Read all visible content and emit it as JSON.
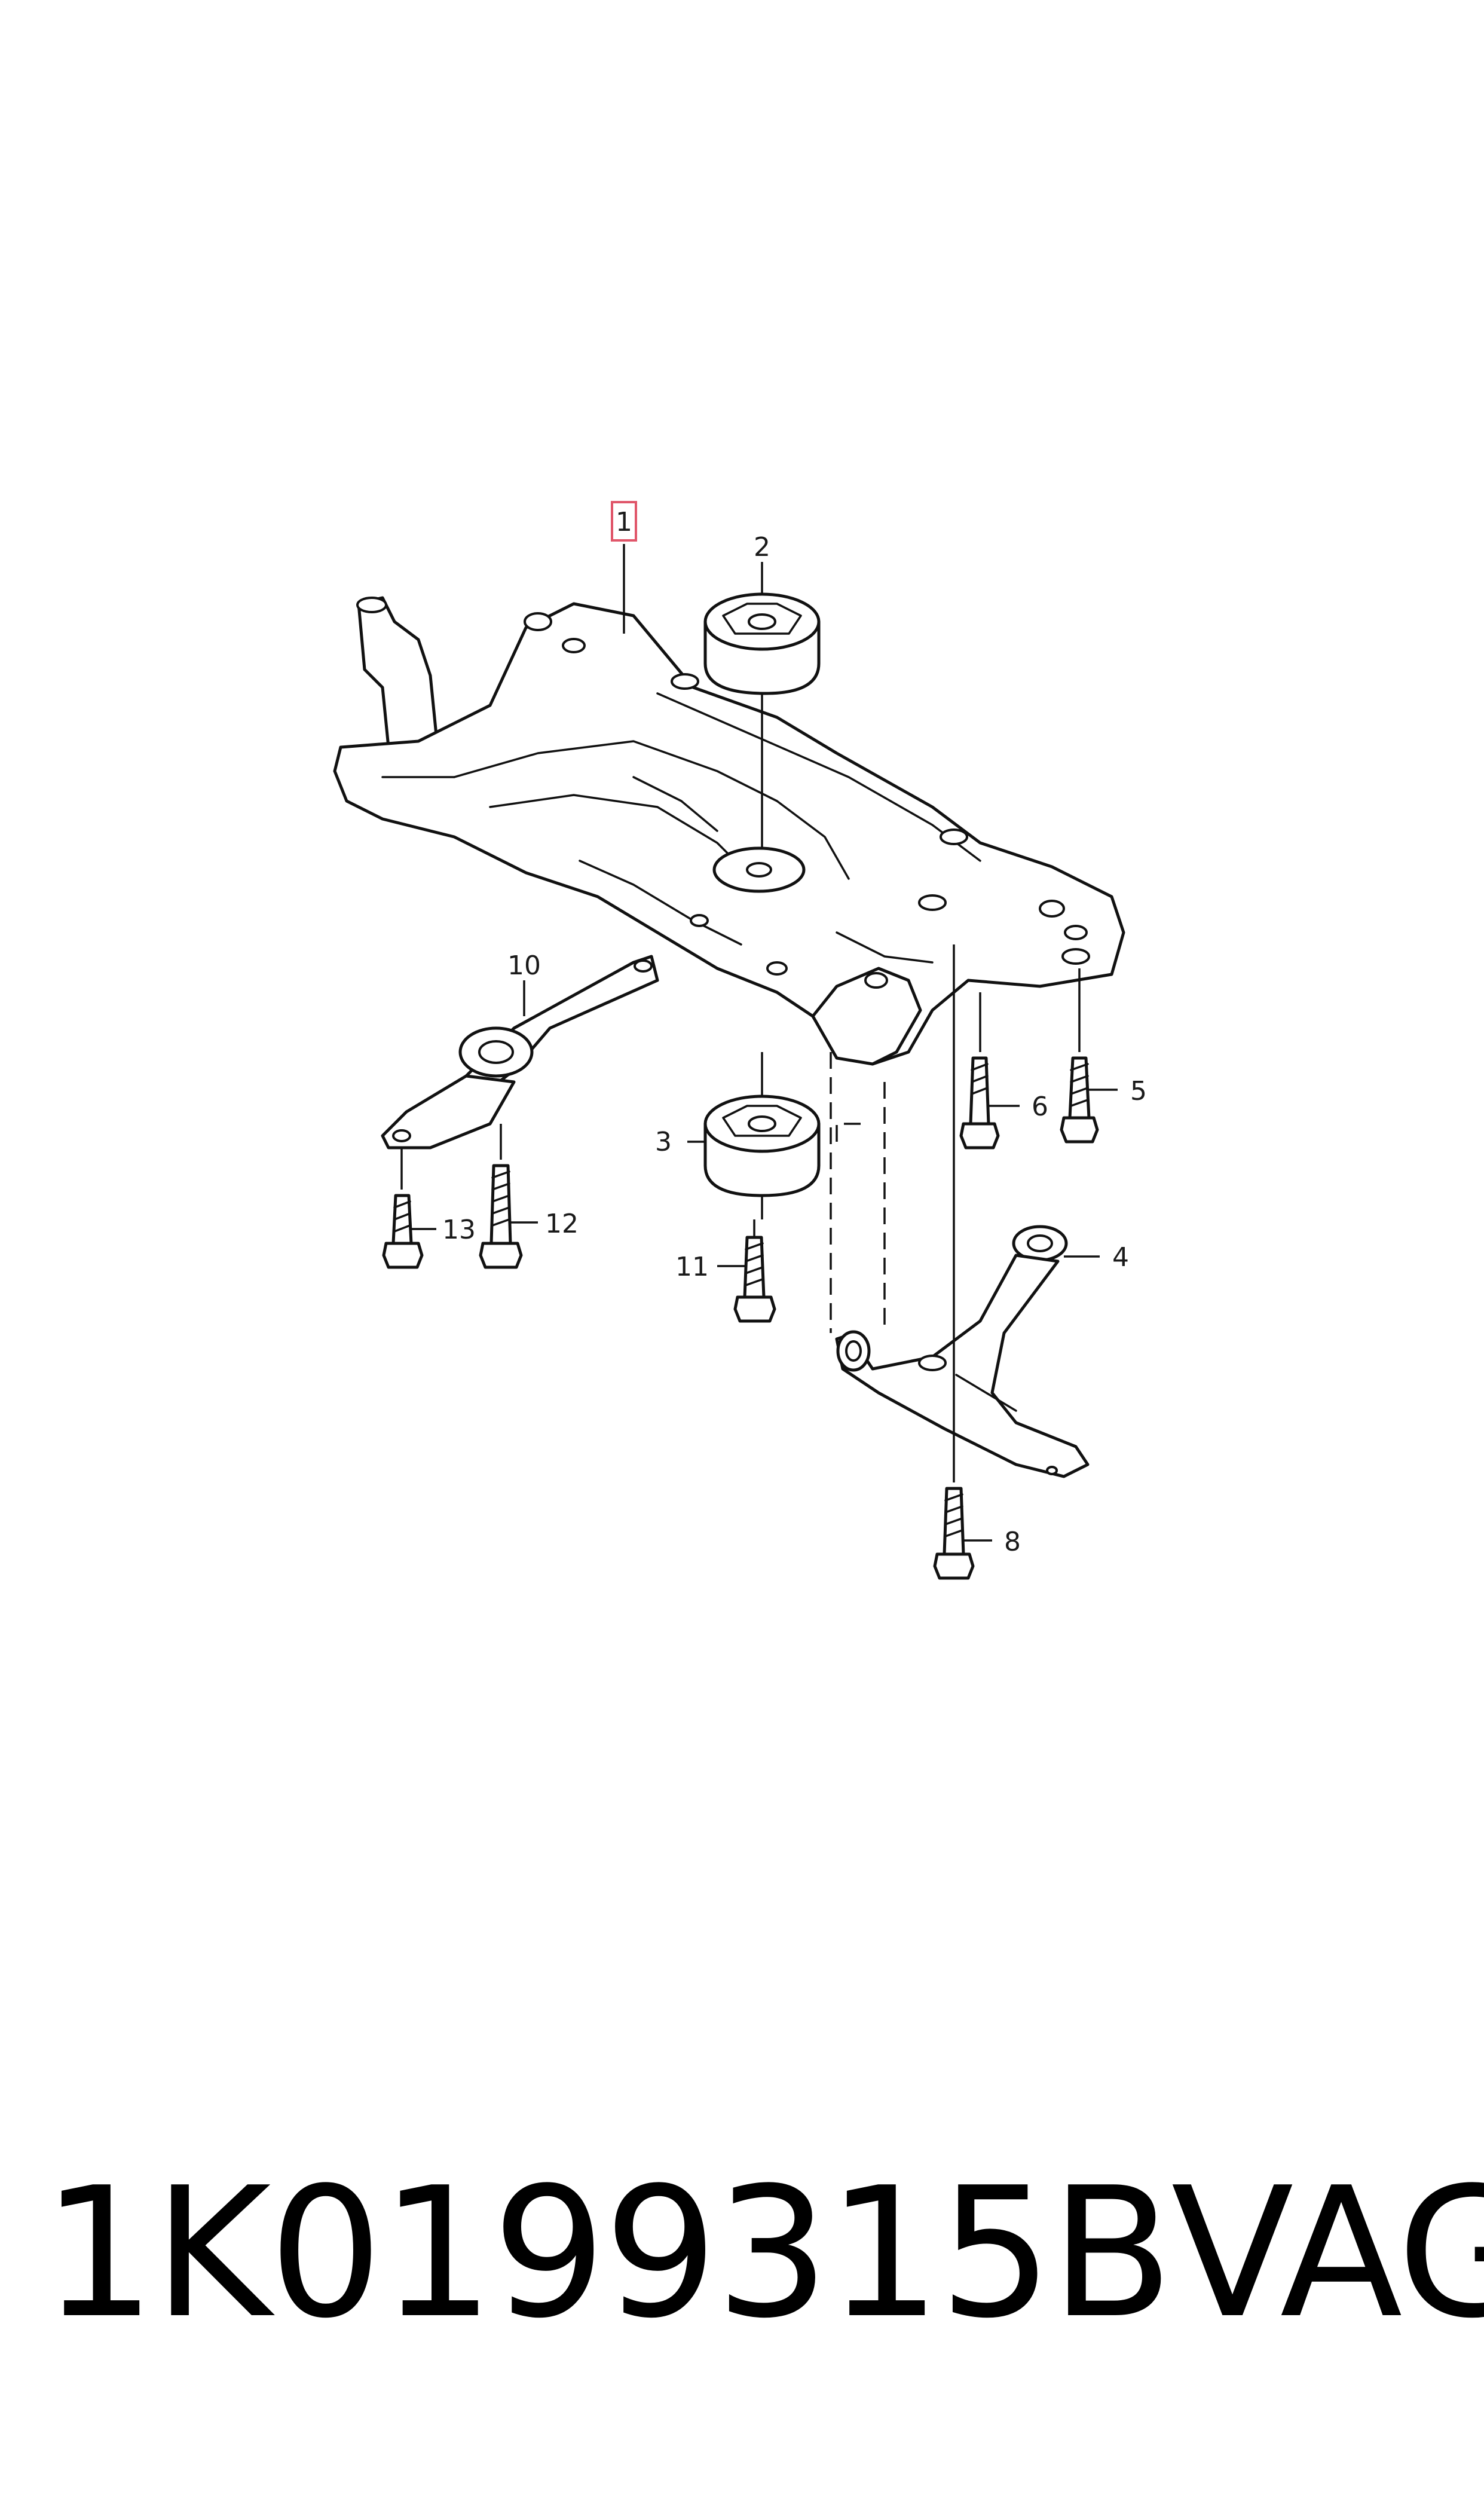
{
  "diagram": {
    "highlight_color": "#e0566a",
    "callouts": {
      "c1": "1",
      "c2": "2",
      "c3": "3",
      "c4": "4",
      "c5": "5",
      "c6": "6",
      "c8": "8",
      "c10": "10",
      "c11": "11",
      "c12": "12",
      "c13": "13"
    }
  },
  "footer": {
    "part_number": "1K0199315B",
    "brand": "VAG"
  }
}
